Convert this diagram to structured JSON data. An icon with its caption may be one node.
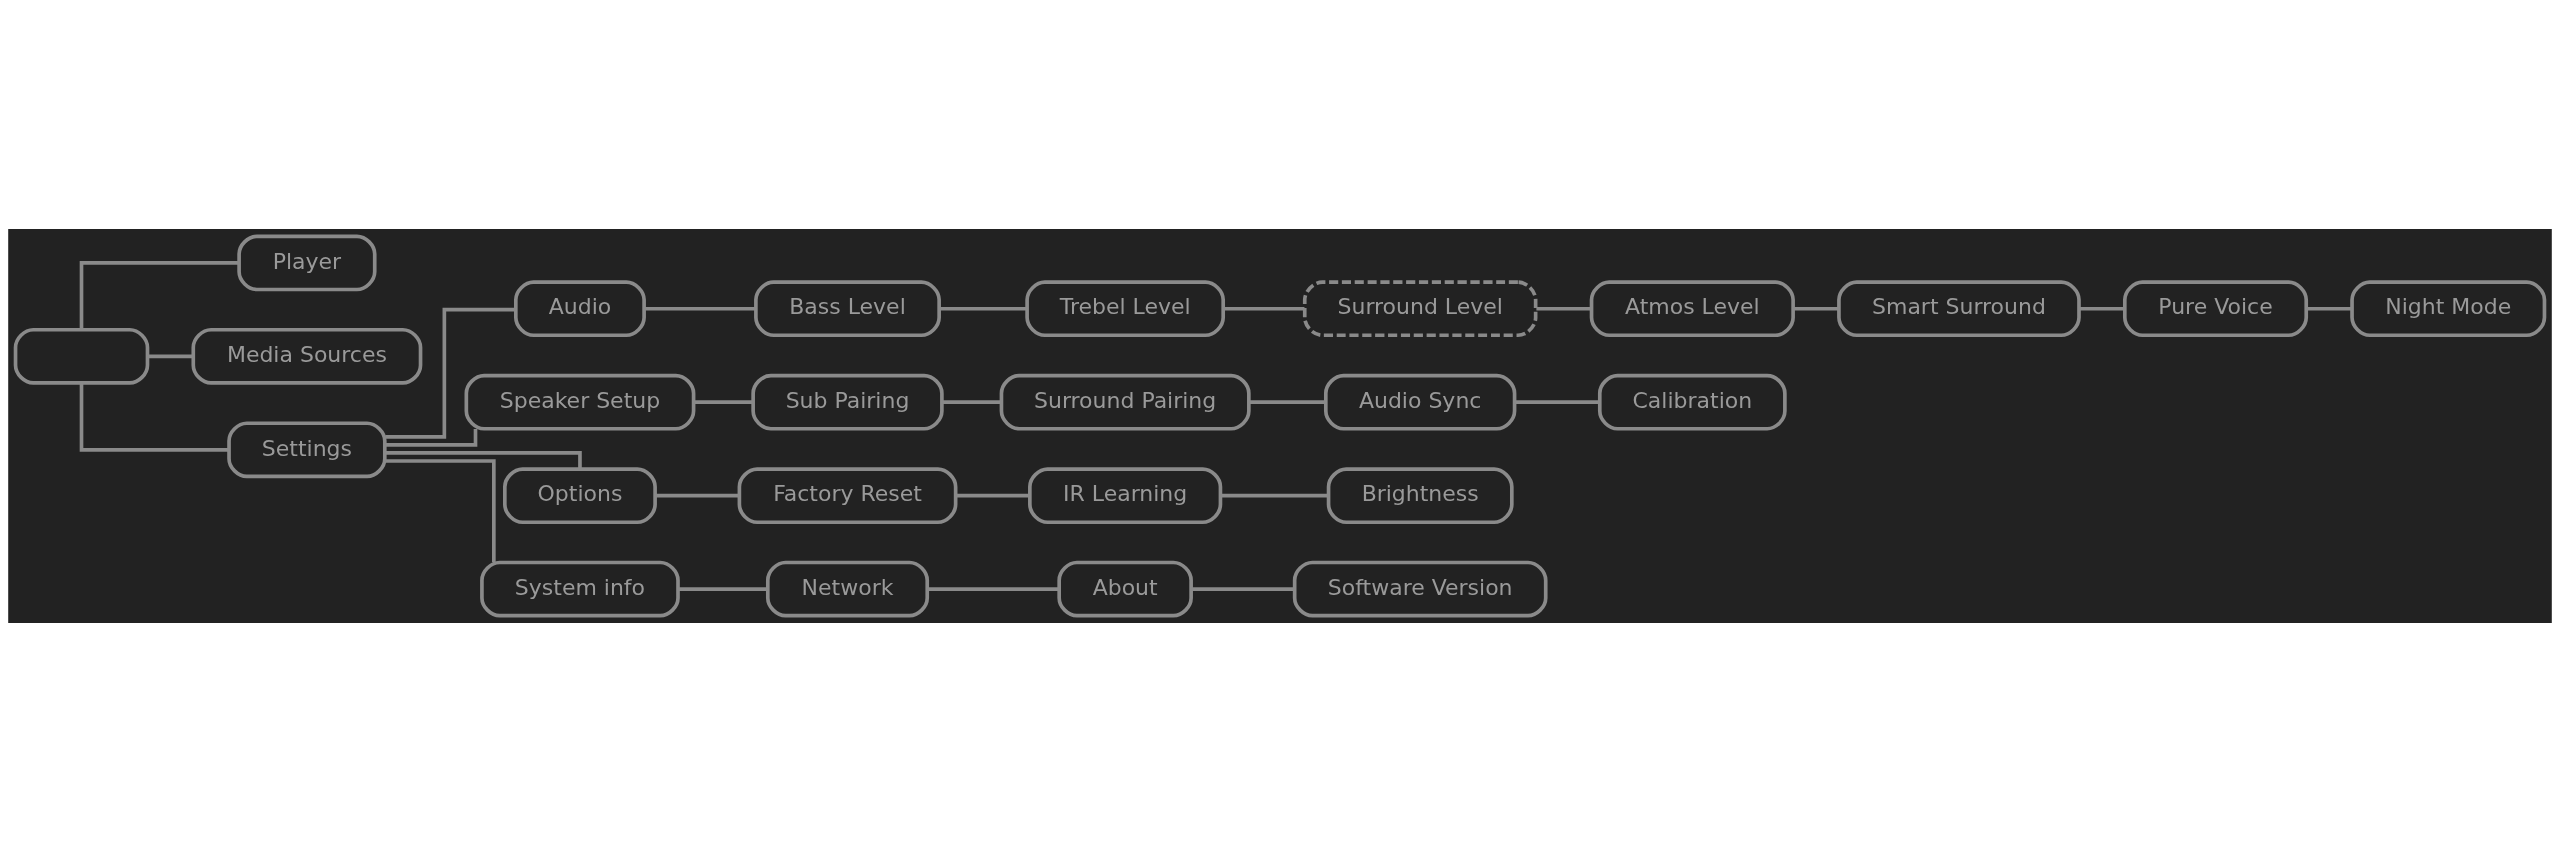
{
  "diagram": {
    "nodes": [
      {
        "text": [],
        "shape": "box"
      },
      {
        "text": [
          "Player"
        ]
      },
      {
        "text": [
          "Media Sources"
        ]
      },
      {
        "text": [
          "Settings"
        ]
      },
      {
        "text": [
          "Audio"
        ]
      },
      {
        "text": [
          "Speaker Setup"
        ]
      },
      {
        "text": [
          "Options"
        ]
      },
      {
        "text": [
          "System info"
        ]
      },
      {
        "text": [
          "Bass Level"
        ]
      },
      {
        "text": [
          "Trebel Level"
        ]
      },
      {
        "text": [
          "Surround Level"
        ]
      },
      {
        "text": [
          "Atmos Level"
        ]
      },
      {
        "text": [
          "Smart Surround"
        ]
      },
      {
        "text": [
          "Pure Voice"
        ]
      },
      {
        "text": [
          "Night Mode"
        ]
      },
      {
        "text": [
          "Sub Pairing"
        ]
      },
      {
        "text": [
          "Surround Pairing"
        ]
      },
      {
        "text": [
          "Audio Sync"
        ]
      },
      {
        "text": [
          "Calibration"
        ]
      },
      {
        "text": [
          "Factory Reset"
        ]
      },
      {
        "text": [
          "IR Learning"
        ]
      },
      {
        "text": [
          "Brightness"
        ]
      },
      {
        "text": [
          "Network"
        ]
      },
      {
        "text": [
          "About"
        ]
      },
      {
        "text": [
          "Software Version"
        ]
      }
    ],
    "edges": [
      {
        "from": 0,
        "to": 1,
        "arrow": "none"
      },
      {
        "from": 0,
        "to": 2,
        "arrow": "none"
      },
      {
        "from": 0,
        "to": 3,
        "arrow": "none"
      },
      {
        "from": 3,
        "to": 4,
        "arrow": "none"
      },
      {
        "from": 3,
        "to": 5,
        "arrow": "none"
      },
      {
        "from": 3,
        "to": 6,
        "arrow": "none"
      },
      {
        "from": 3,
        "to": 7,
        "arrow": "none"
      },
      {
        "from": 4,
        "to": 8,
        "arrow": "none"
      },
      {
        "from": 8,
        "to": 9,
        "arrow": "none"
      },
      {
        "from": 9,
        "to": 10,
        "arrow": "none"
      },
      {
        "from": 10,
        "to": 11,
        "arrow": "none"
      },
      {
        "from": 11,
        "to": 12,
        "arrow": "none"
      },
      {
        "from": 12,
        "to": 13,
        "arrow": "none"
      },
      {
        "from": 13,
        "to": 14,
        "arrow": "none"
      },
      {
        "from": 5,
        "to": 15,
        "arrow": "none"
      },
      {
        "from": 15,
        "to": 16,
        "arrow": "none"
      },
      {
        "from": 16,
        "to": 17,
        "arrow": "none"
      },
      {
        "from": 17,
        "to": 18,
        "arrow": "none"
      },
      {
        "from": 6,
        "to": 19,
        "arrow": "none"
      },
      {
        "from": 19,
        "to": 20,
        "arrow": "none"
      },
      {
        "from": 20,
        "to": 21,
        "arrow": "none"
      },
      {
        "from": 7,
        "to": 22,
        "arrow": "none"
      },
      {
        "from": 22,
        "to": 23,
        "arrow": "none"
      },
      {
        "from": 23,
        "to": 24,
        "arrow": "none"
      }
    ]
  }
}
